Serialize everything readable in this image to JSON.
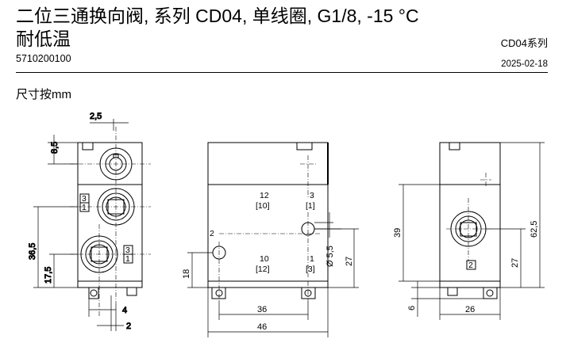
{
  "header": {
    "title_line1": "二位三通换向阀, 系列 CD04, 单线圈, G1/8, -15 °C",
    "title_line2": "耐低温",
    "part_number": "5710200100",
    "series": "CD04系列",
    "date": "2025-02-18"
  },
  "section_title": "尺寸按mm",
  "side_view": {
    "dims": {
      "d2_5": "2,5",
      "d8_5": "8,5",
      "d36_5": "36,5",
      "d17_5": "17,5",
      "d4": "4",
      "d2": "2"
    },
    "port_labels": {
      "a_top": "3",
      "a_bot": "1",
      "b_top": "3",
      "b_bot": "1"
    }
  },
  "front_view": {
    "ports": {
      "p12": "12",
      "p10b": "[10]",
      "p3": "3",
      "p1b": "[1]",
      "p2": "2",
      "p10": "10",
      "p12b": "[12]",
      "p1": "1",
      "p3b": "[3]"
    },
    "dims": {
      "d5_5": "Ø 5,5",
      "d27": "27",
      "d18": "18",
      "d36": "36",
      "d46": "46"
    }
  },
  "end_view": {
    "port_label": "2",
    "dims": {
      "d39": "39",
      "d62_5": "62,5",
      "d27": "27",
      "d6": "6",
      "d26": "26"
    }
  }
}
